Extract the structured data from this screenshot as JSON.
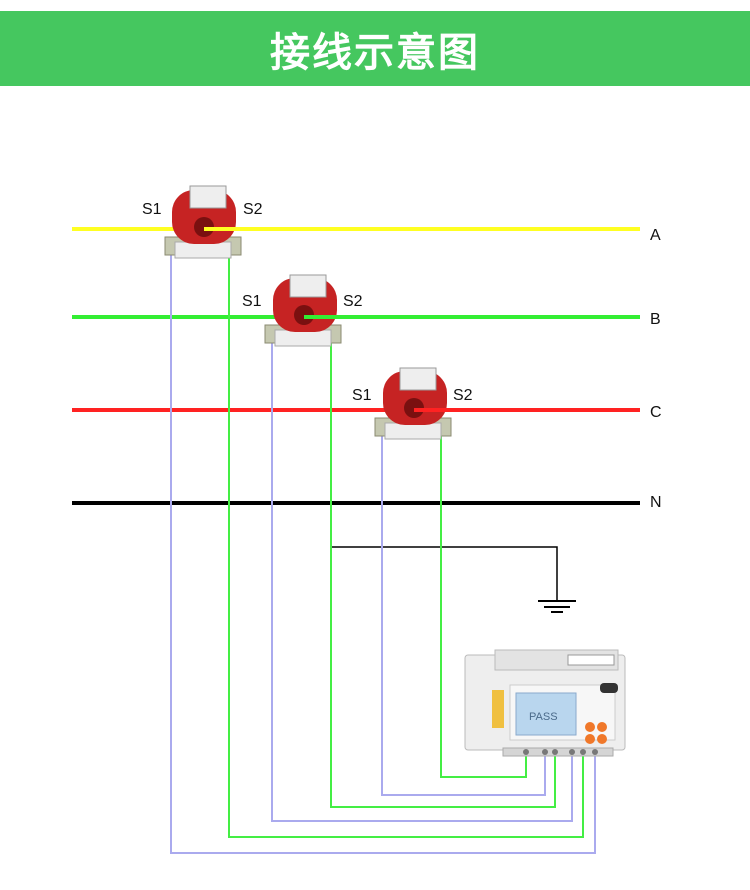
{
  "header": {
    "title": "接线示意图"
  },
  "colors": {
    "header_bg": "#45c75f",
    "phase_a": "#ffff22",
    "phase_b": "#33ee33",
    "phase_c": "#ff2222",
    "neutral": "#000000",
    "wire_s1": "#aaaaee",
    "wire_s2": "#44ee44",
    "ct_body": "#c62323"
  },
  "lines": [
    {
      "label": "A",
      "color": "phase_a"
    },
    {
      "label": "B",
      "color": "phase_b"
    },
    {
      "label": "C",
      "color": "phase_c"
    },
    {
      "label": "N",
      "color": "neutral"
    }
  ],
  "cts": [
    {
      "name": "ct-phase-a",
      "s1_label": "S1",
      "s2_label": "S2"
    },
    {
      "name": "ct-phase-b",
      "s1_label": "S1",
      "s2_label": "S2"
    },
    {
      "name": "ct-phase-c",
      "s1_label": "S1",
      "s2_label": "S2"
    }
  ],
  "meter": {
    "display_text": "PASS",
    "icons": [
      "ground-icon",
      "energy-meter-icon",
      "current-transformer-icon"
    ]
  }
}
